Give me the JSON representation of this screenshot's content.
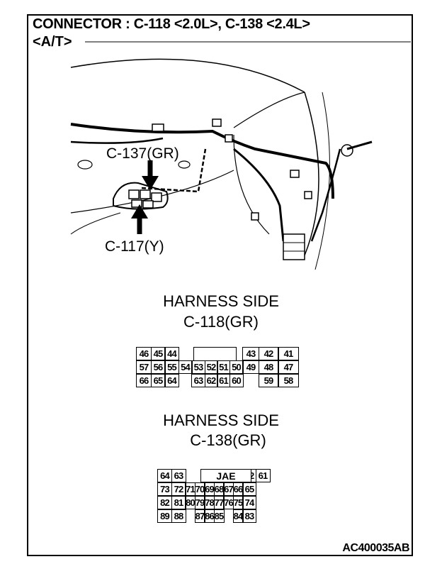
{
  "header": {
    "title_line1": "CONNECTOR : C-118 <2.0L>, C-138 <2.4L>",
    "title_line2": "<A/T>"
  },
  "callouts": {
    "upper": "C-137(GR)",
    "lower": "C-117(Y)"
  },
  "connector1": {
    "heading": "HARNESS SIDE",
    "name": "C-118(GR)",
    "rows": [
      [
        "46",
        "45",
        "44",
        "",
        "",
        "",
        "",
        "",
        "43",
        "42",
        "41"
      ],
      [
        "57",
        "56",
        "55",
        "54",
        "53",
        "52",
        "51",
        "50",
        "49",
        "48",
        "47"
      ],
      [
        "66",
        "65",
        "64",
        "",
        "63",
        "62",
        "61",
        "60",
        "",
        "59",
        "58"
      ]
    ]
  },
  "connector2": {
    "heading": "HARNESS SIDE",
    "name": "C-138(GR)",
    "label": "JAE",
    "rows": [
      [
        "64",
        "63",
        "",
        "",
        "",
        "",
        "",
        "",
        "62",
        "61"
      ],
      [
        "73",
        "72",
        "71",
        "70",
        "69",
        "68",
        "67",
        "66",
        "65"
      ],
      [
        "82",
        "81",
        "80",
        "79",
        "78",
        "77",
        "76",
        "75",
        "74"
      ],
      [
        "89",
        "88",
        "",
        "87",
        "86",
        "85",
        "",
        "84",
        "83"
      ]
    ]
  },
  "footer": {
    "code": "AC400035AB"
  }
}
